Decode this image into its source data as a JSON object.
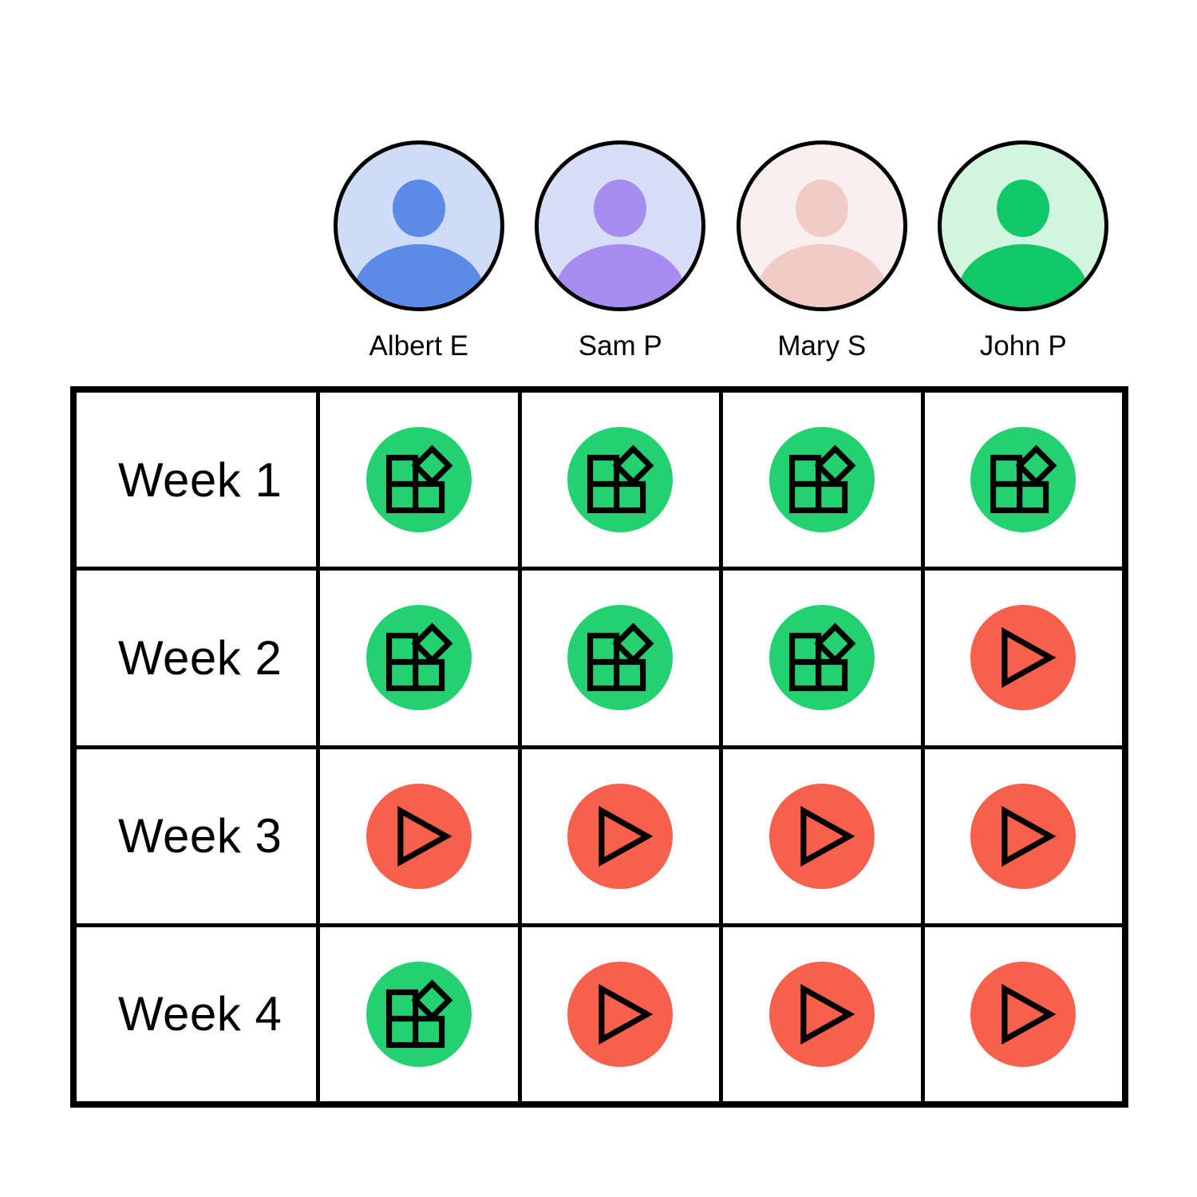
{
  "page": {
    "background": "#ffffff",
    "line_color": "#000000"
  },
  "people": [
    {
      "name": "Albert E",
      "avatar_icon": "person-icon",
      "avatar_bg": "#cedcf6",
      "avatar_fg": "#5b8be9"
    },
    {
      "name": "Sam P",
      "avatar_icon": "person-icon",
      "avatar_bg": "#d8def8",
      "avatar_fg": "#a78cef"
    },
    {
      "name": "Mary S",
      "avatar_icon": "person-icon",
      "avatar_bg": "#f9efee",
      "avatar_fg": "#f2cbc7"
    },
    {
      "name": "John P",
      "avatar_icon": "person-icon",
      "avatar_bg": "#d3f4df",
      "avatar_fg": "#10c966"
    }
  ],
  "grid": {
    "row_labels": [
      "Week 1",
      "Week 2",
      "Week 3",
      "Week 4"
    ],
    "columns": [
      "Albert E",
      "Sam P",
      "Mary S",
      "John P"
    ],
    "cells": [
      [
        "done",
        "done",
        "done",
        "done"
      ],
      [
        "done",
        "done",
        "done",
        "pending"
      ],
      [
        "pending",
        "pending",
        "pending",
        "pending"
      ],
      [
        "done",
        "pending",
        "pending",
        "pending"
      ]
    ],
    "legend": {
      "done": {
        "icon": "blocks-icon",
        "color": "#24d170"
      },
      "pending": {
        "icon": "play-icon",
        "color": "#f6604c"
      }
    }
  }
}
